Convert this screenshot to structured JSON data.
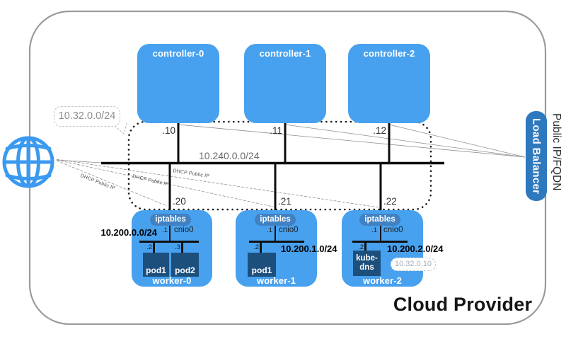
{
  "diagram": {
    "provider_label": "Cloud Provider",
    "load_balancer": {
      "label": "Load Balancer",
      "public_label": "Public IP/FQDN"
    },
    "cluster_network": {
      "service_cidr": "10.32.0.0/24",
      "node_subnet": "10.240.0.0/24",
      "dhcp_label": "DHCP Public IP",
      "dns_service_ip": "10.32.0.10"
    },
    "controllers": [
      {
        "name": "controller-0",
        "ip": ".10"
      },
      {
        "name": "controller-1",
        "ip": ".11"
      },
      {
        "name": "controller-2",
        "ip": ".12"
      }
    ],
    "workers": [
      {
        "name": "worker-0",
        "ip": ".20",
        "firewall": "iptables",
        "bridge": "cnio0",
        "bridge_ip": ".1",
        "pod_subnet": "10.200.0.0/24",
        "pods": [
          {
            "name": "pod1",
            "ip": ".2"
          },
          {
            "name": "pod2",
            "ip": ".3"
          }
        ]
      },
      {
        "name": "worker-1",
        "ip": ".21",
        "firewall": "iptables",
        "bridge": "cnio0",
        "bridge_ip": ".1",
        "pod_subnet": "10.200.1.0/24",
        "pods": [
          {
            "name": "pod1",
            "ip": ".2"
          }
        ]
      },
      {
        "name": "worker-2",
        "ip": ".22",
        "firewall": "iptables",
        "bridge": "cnio0",
        "bridge_ip": ".1",
        "pod_subnet": "10.200.2.0/24",
        "pods": [
          {
            "name": "kube-dns",
            "ip": ".2"
          }
        ]
      }
    ],
    "colors": {
      "node_blue": "#47a1ee",
      "iptables_pill_blue": "#4181c2",
      "pod_navy": "#1d4f7d",
      "load_balancer_blue": "#2e79bd",
      "globe_blue": "#3b9af0",
      "border_gray": "#9b9b9b",
      "wire_black": "#0d0d0d"
    }
  }
}
